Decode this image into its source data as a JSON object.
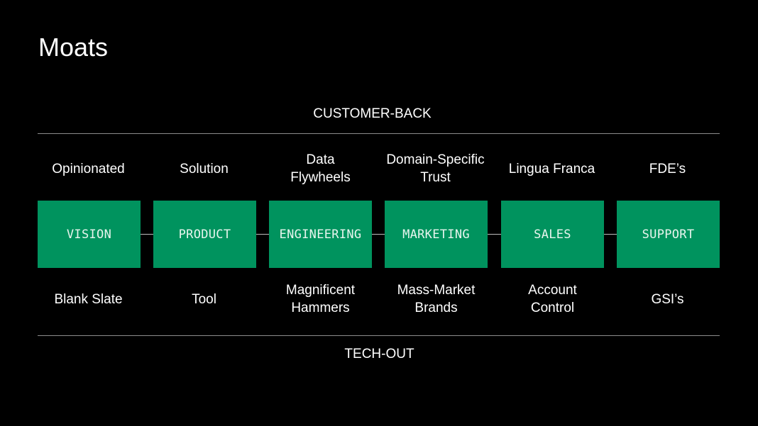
{
  "title": "Moats",
  "axis": {
    "top": "CUSTOMER-BACK",
    "bottom": "TECH-OUT"
  },
  "colors": {
    "background": "#000000",
    "box_fill": "#00935e",
    "rule": "#8c8c8c"
  },
  "columns": [
    {
      "top": "Opinionated",
      "box": "VISION",
      "bottom": "Blank Slate"
    },
    {
      "top": "Solution",
      "box": "PRODUCT",
      "bottom": "Tool"
    },
    {
      "top": "Data Flywheels",
      "box": "ENGINEERING",
      "bottom": "Magnificent Hammers"
    },
    {
      "top": "Domain-Specific Trust",
      "box": "MARKETING",
      "bottom": "Mass-Market Brands"
    },
    {
      "top": "Lingua Franca",
      "box": "SALES",
      "bottom": "Account Control"
    },
    {
      "top": "FDE’s",
      "box": "SUPPORT",
      "bottom": "GSI’s"
    }
  ]
}
